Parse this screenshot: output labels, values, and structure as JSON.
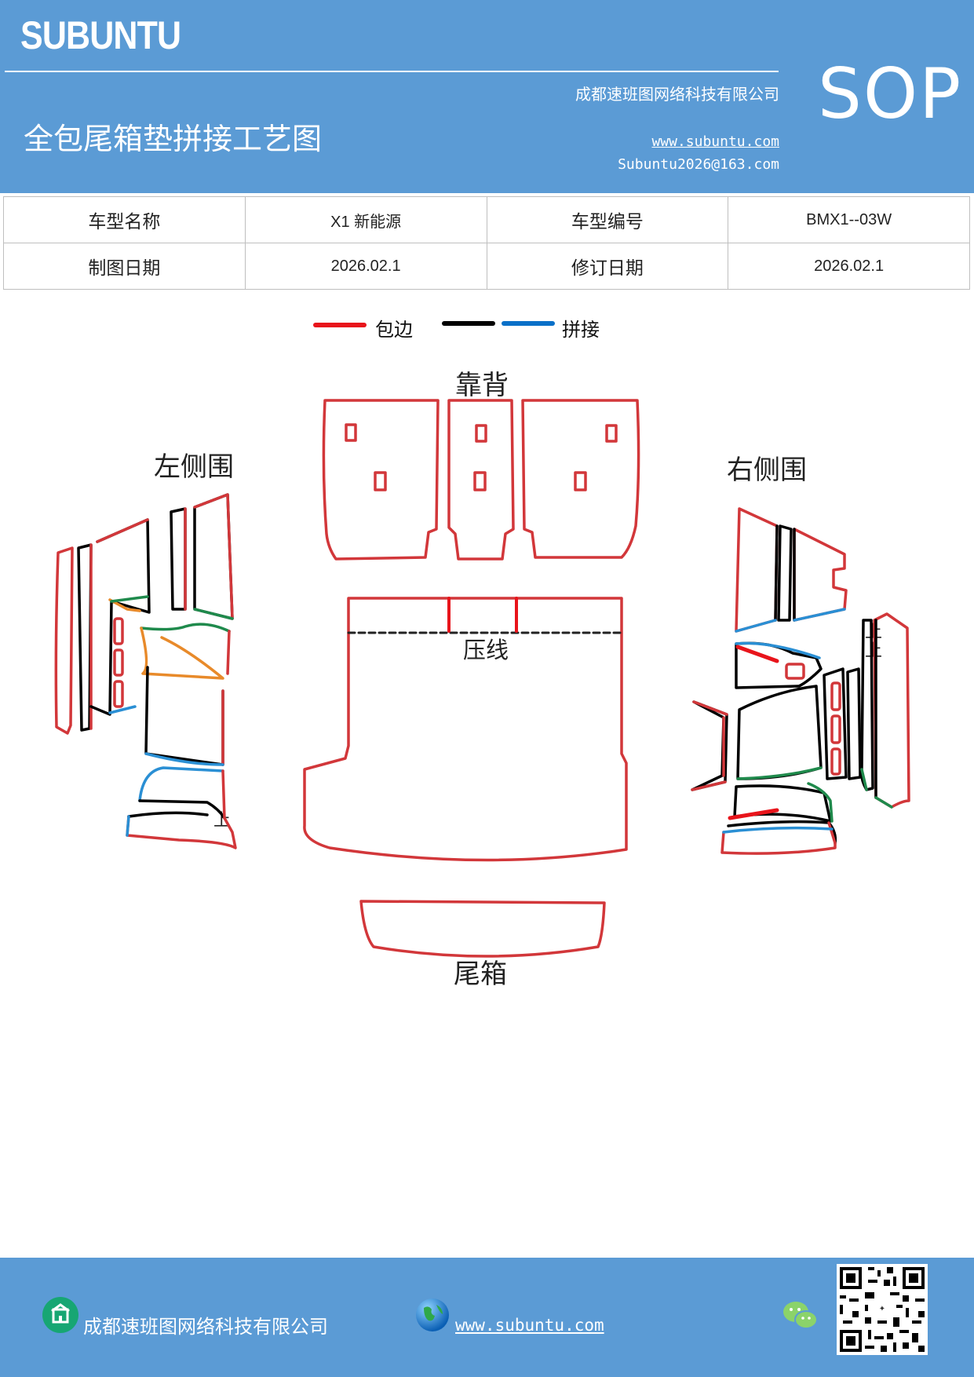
{
  "header": {
    "brand": "SUBUNTU",
    "company": "成都速班图网络科技有限公司",
    "title": "全包尾箱垫拼接工艺图",
    "website": "www.subuntu.com",
    "email": "Subuntu2026@163.com",
    "sop": "SOP",
    "accent": "#5b9bd5"
  },
  "info": {
    "rows": [
      [
        "车型名称",
        "X1 新能源",
        "车型编号",
        "BMX1--03W"
      ],
      [
        "制图日期",
        "2026.02.1",
        "修订日期",
        "2026.02.1"
      ]
    ]
  },
  "legend": {
    "items": [
      {
        "color": "#e8141b",
        "label": "包边"
      },
      {
        "color": "#000000",
        "label": ""
      },
      {
        "color": "#0a70c8",
        "label": "拼接"
      }
    ]
  },
  "diagram": {
    "labels": {
      "back": "靠背",
      "left": "左侧围",
      "right": "右侧围",
      "press": "压线",
      "trunk": "尾箱",
      "up_left": "上",
      "up_right_1": "上",
      "up_right_2": "上"
    },
    "colors": {
      "edge": "#d2373a",
      "seam": "#000000",
      "joint": "#2a8fd4",
      "green": "#1f8a4c",
      "orange": "#e88a2a"
    }
  },
  "footer": {
    "company": "成都速班图网络科技有限公司",
    "website": "www.subuntu.com",
    "building_icon": "building-icon",
    "globe_icon": "globe-icon",
    "wechat_icon": "wechat-icon",
    "qr": "qr-code"
  }
}
